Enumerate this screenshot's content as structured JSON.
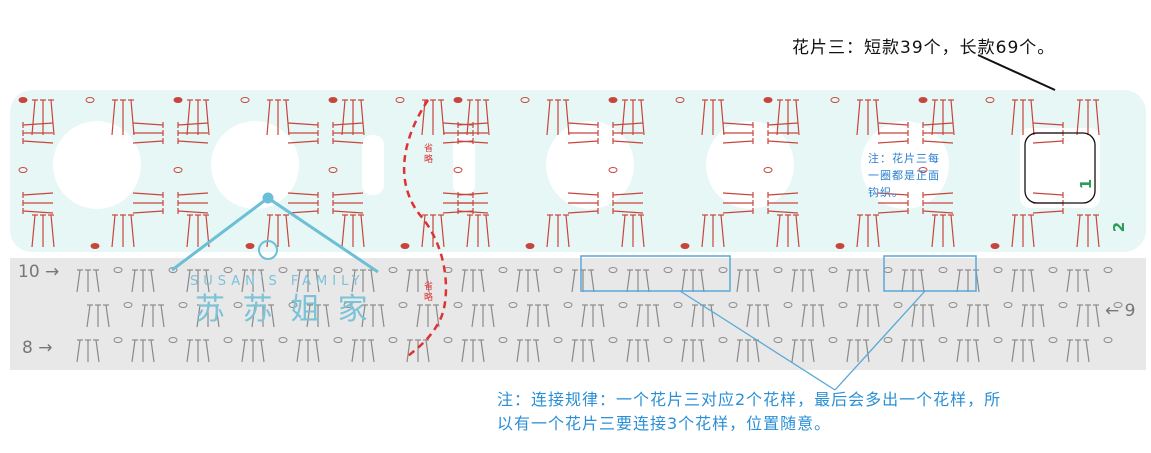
{
  "header_note": "花片三：短款39个，长款69个。",
  "omit_labels": [
    "省略",
    "省略"
  ],
  "motif_note": "注：花片三每一圈都是正面钩织。",
  "row_labels": {
    "row10": "10 →",
    "row9": "← 9",
    "row8": "8 →"
  },
  "round_labels": {
    "round1": "1",
    "round2": "2"
  },
  "watermark": {
    "english": "SUSAN'S FAMILY",
    "chinese": "苏 苏 姐 家"
  },
  "bottom_note": "注：连接规律：一个花片三对应2个花样，最后会多出一个花样，所以有一个花片三要连接3个花样，位置随意。",
  "colors": {
    "motif_band": "#e6f7f5",
    "row_band": "#e8e8e8",
    "stitch_red": "#c8453c",
    "stitch_gray": "#8a8a8a",
    "note_blue": "#2a8fd6",
    "omit_red": "#d33"
  }
}
